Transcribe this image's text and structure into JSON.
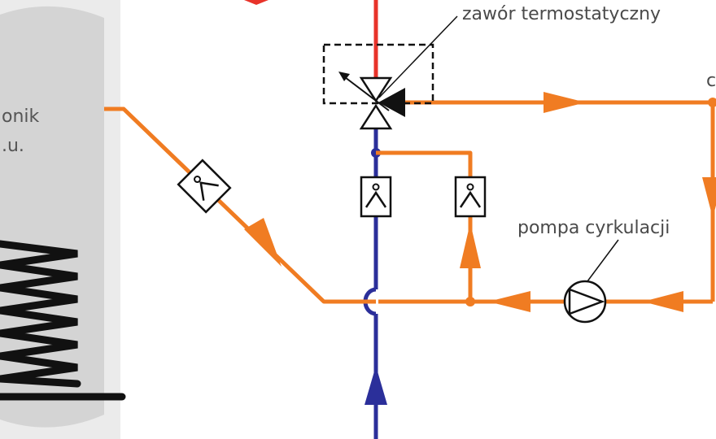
{
  "labels": {
    "thermostatic_valve": "zawór termostatyczny",
    "circulation_pump": "pompa cyrkulacji",
    "tank_line1": "onik",
    "tank_line2": ".u.",
    "right_edge_cut": "c"
  },
  "colors": {
    "hot_supply": "#e8332a",
    "hot_water_orange": "#f07c22",
    "cold_water_blue": "#2b2f9a",
    "tank_fill": "#d4d4d4",
    "tank_bg": "#ebebeb",
    "ink": "#111111",
    "label_text": "#4a4a4a"
  },
  "components": {
    "valve": "thermostatic-mixing-valve-icon",
    "check_valves": [
      "check-valve-icon",
      "check-valve-icon",
      "check-valve-icon"
    ],
    "pump": "circulation-pump-icon",
    "coil": "heating-coil-icon"
  }
}
